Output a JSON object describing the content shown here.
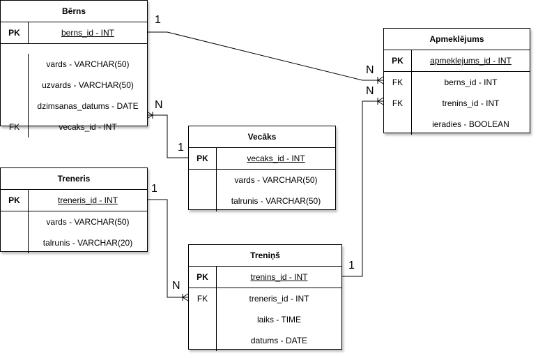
{
  "entities": {
    "berns": {
      "title": "Bērns",
      "pk": {
        "key": "PK",
        "field": "berns_id - INT"
      },
      "rows": [
        {
          "key": "",
          "field": "vards - VARCHAR(50)"
        },
        {
          "key": "",
          "field": "uzvards - VARCHAR(50)"
        },
        {
          "key": "",
          "field": "dzimsanas_datums - DATE"
        },
        {
          "key": "FK",
          "field": "vecaks_id - INT"
        }
      ]
    },
    "apmeklejums": {
      "title": "Apmeklējums",
      "pk": {
        "key": "PK",
        "field": "apmeklejums_id - INT"
      },
      "rows": [
        {
          "key": "FK",
          "field": "berns_id - INT"
        },
        {
          "key": "FK",
          "field": "trenins_id - INT"
        },
        {
          "key": "",
          "field": "ieradies - BOOLEAN"
        }
      ]
    },
    "vecaks": {
      "title": "Vecāks",
      "pk": {
        "key": "PK",
        "field": "vecaks_id - INT"
      },
      "rows": [
        {
          "key": "",
          "field": "vards - VARCHAR(50)"
        },
        {
          "key": "",
          "field": "talrunis - VARCHAR(50)"
        }
      ]
    },
    "treneris": {
      "title": "Treneris",
      "pk": {
        "key": "PK",
        "field": "treneris_id - INT"
      },
      "rows": [
        {
          "key": "",
          "field": "vards - VARCHAR(50)"
        },
        {
          "key": "",
          "field": "talrunis - VARCHAR(20)"
        }
      ]
    },
    "trenins": {
      "title": "Treniņš",
      "pk": {
        "key": "PK",
        "field": "trenins_id - INT"
      },
      "rows": [
        {
          "key": "FK",
          "field": "treneris_id - INT"
        },
        {
          "key": "",
          "field": "laiks - TIME"
        },
        {
          "key": "",
          "field": "datums - DATE"
        }
      ]
    }
  },
  "relationships": [
    {
      "from": "Bērns.berns_id",
      "to": "Apmeklējums.berns_id",
      "from_card": "1",
      "to_card": "N"
    },
    {
      "from": "Treniņš.trenins_id",
      "to": "Apmeklējums.trenins_id",
      "from_card": "1",
      "to_card": "N"
    },
    {
      "from": "Vecāks.vecaks_id",
      "to": "Bērns.vecaks_id",
      "from_card": "1",
      "to_card": "N"
    },
    {
      "from": "Treneris.treneris_id",
      "to": "Treniņš.treneris_id",
      "from_card": "1",
      "to_card": "N"
    }
  ]
}
